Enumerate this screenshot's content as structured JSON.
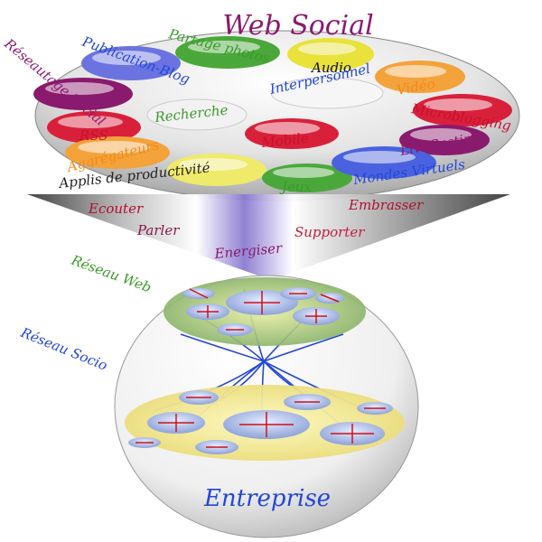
{
  "title": "Web Social",
  "bottom_label": "Entreprise",
  "side_labels": [
    {
      "id": "reseautage-social",
      "text": "Réseautage Social",
      "color": "#8a1a6e"
    },
    {
      "id": "reseau-web",
      "text": "Réseau Web",
      "color": "#3a9a2a"
    },
    {
      "id": "reseau-socio",
      "text": "Réseau Socio",
      "color": "#2346d6"
    }
  ],
  "bubbles": [
    {
      "id": "publication-blog",
      "text": "Publication-Blog",
      "color": "#2346d6",
      "fill": "#6b73e0"
    },
    {
      "id": "partage-photos",
      "text": "Partage photos",
      "color": "#3a9a2a",
      "fill": "#4aa83a"
    },
    {
      "id": "audio",
      "text": "Audio",
      "color": "#111111",
      "fill": "#e8e23a"
    },
    {
      "id": "video",
      "text": "Vidéo",
      "color": "#f08a1a",
      "fill": "#f4a23a"
    },
    {
      "id": "interpersonnel",
      "text": "Interpersonnel",
      "color": "#2346d6",
      "fill": "#ffffff"
    },
    {
      "id": "microblogging",
      "text": "Microblogging",
      "color": "#c8102e",
      "fill": "#d9203a"
    },
    {
      "id": "reseautage",
      "text": "",
      "color": "#8a1a6e",
      "fill": "#8a1a6e"
    },
    {
      "id": "rss",
      "text": "RSS",
      "color": "#c8102e",
      "fill": "#d9203a"
    },
    {
      "id": "recherche",
      "text": "Recherche",
      "color": "#3a9a2a",
      "fill": "#ffffff"
    },
    {
      "id": "mobile",
      "text": "Mobile",
      "color": "#c8102e",
      "fill": "#d9203a"
    },
    {
      "id": "livecasting",
      "text": "LiveCasting",
      "color": "#8a1a6e",
      "fill": "#8a1a6e"
    },
    {
      "id": "aggregateurs",
      "text": "Aggrégateurs",
      "color": "#f08a1a",
      "fill": "#f4a23a"
    },
    {
      "id": "applis-productivite",
      "text": "Applis de productivité",
      "color": "#222222",
      "fill": "#f0ea6a"
    },
    {
      "id": "jeux",
      "text": "Jeux",
      "color": "#3a9a2a",
      "fill": "#4aa83a"
    },
    {
      "id": "mondes-virtuels",
      "text": "Mondes Virtuels",
      "color": "#2346d6",
      "fill": "#4a62e0"
    }
  ],
  "actions": [
    {
      "id": "ecouter",
      "text": "Ecouter",
      "color": "#b01030"
    },
    {
      "id": "parler",
      "text": "Parler",
      "color": "#8a1a4e"
    },
    {
      "id": "energiser",
      "text": "Energiser",
      "color": "#8a1a6e"
    },
    {
      "id": "supporter",
      "text": "Supporter",
      "color": "#c02040"
    },
    {
      "id": "embrasser",
      "text": "Embrasser",
      "color": "#b01030"
    }
  ],
  "colors": {
    "title": "#8a1a6e",
    "entreprise": "#2346d6",
    "network_lines": "#2346d6",
    "arrows": "#d0101a"
  }
}
